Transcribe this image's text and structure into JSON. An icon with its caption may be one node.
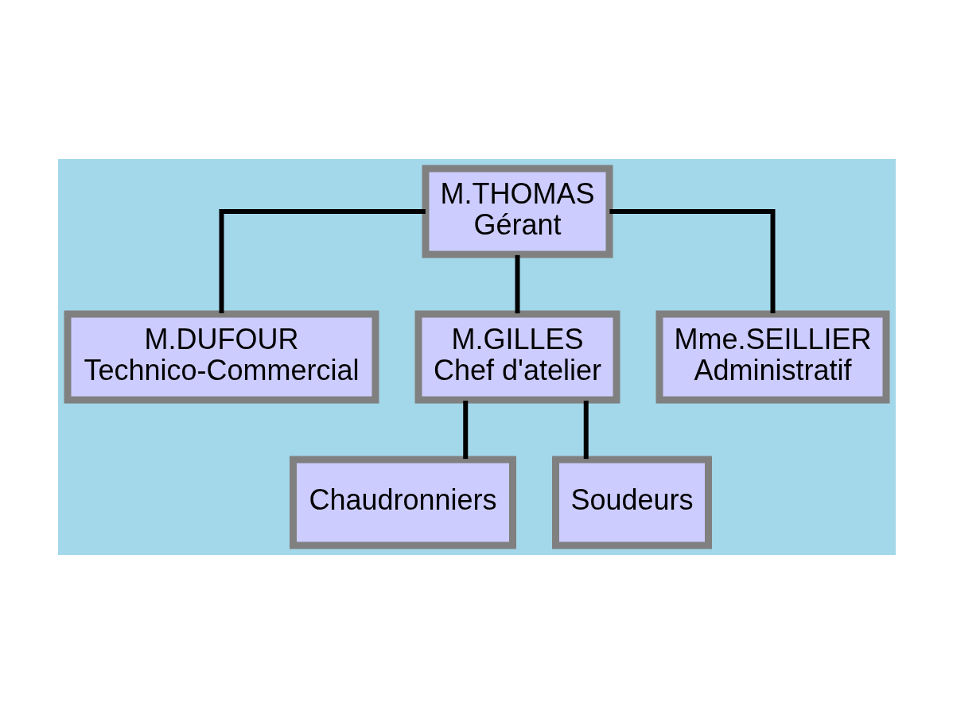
{
  "diagram": {
    "nodes": [
      {
        "text": [
          "M.THOMAS",
          "Gérant"
        ]
      },
      {
        "text": [
          "M.DUFOUR",
          "Technico-Commercial"
        ]
      },
      {
        "text": [
          "M.GILLES",
          "Chef d'atelier"
        ]
      },
      {
        "text": [
          "Mme.SEILLIER",
          "Administratif"
        ]
      },
      {
        "text": [
          "Chaudronniers"
        ]
      },
      {
        "text": [
          "Soudeurs"
        ]
      }
    ],
    "edges": [
      {
        "from": 0,
        "to": 1,
        "arrow": "none"
      },
      {
        "from": 0,
        "to": 2,
        "arrow": "none"
      },
      {
        "from": 0,
        "to": 3,
        "arrow": "none"
      },
      {
        "from": 2,
        "to": 4,
        "arrow": "none"
      },
      {
        "from": 2,
        "to": 5,
        "arrow": "none"
      }
    ]
  }
}
